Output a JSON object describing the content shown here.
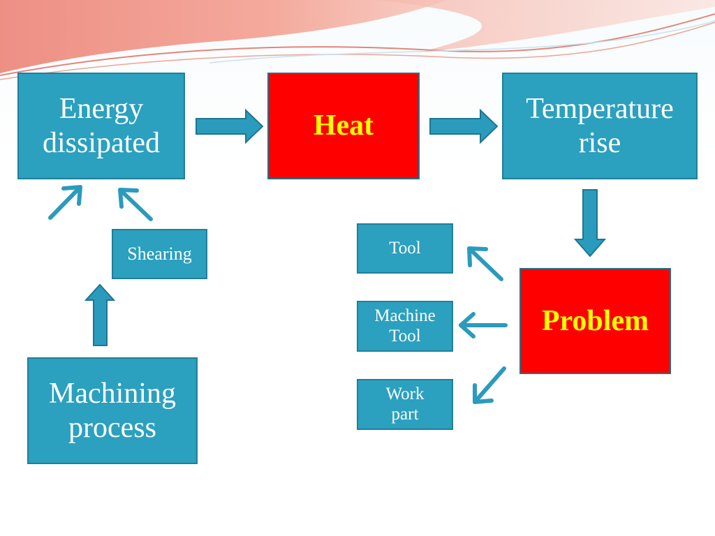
{
  "colors": {
    "box_fill": "#2ba0bf",
    "box_border": "#1f7f99",
    "highlight_fill": "#ff0000",
    "highlight_text": "#ffff00",
    "arrow": "#2b9bbd",
    "arrow_stroke": "#1d7690",
    "decor_pink": "#ee8a7e"
  },
  "nodes": {
    "energy_dissipated": {
      "line1": "Energy",
      "line2": "dissipated"
    },
    "heat": {
      "label": "Heat"
    },
    "temperature_rise": {
      "line1": "Temperature",
      "line2": "rise"
    },
    "shearing": {
      "label": "Shearing"
    },
    "machining_process": {
      "line1": "Machining",
      "line2": "process"
    },
    "problem": {
      "label": "Problem"
    },
    "tool": {
      "label": "Tool"
    },
    "machine_tool": {
      "line1": "Machine",
      "line2": "Tool"
    },
    "work_part": {
      "line1": "Work",
      "line2": "part"
    }
  }
}
